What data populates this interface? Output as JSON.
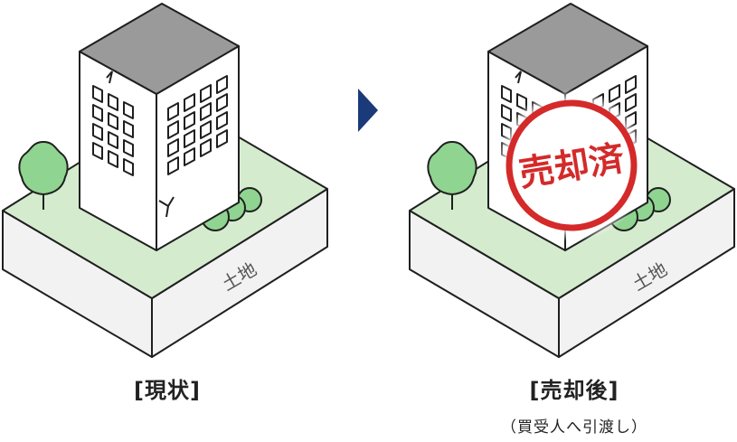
{
  "before": {
    "land_label": "土地",
    "caption": "[現状]"
  },
  "after": {
    "land_label": "土地",
    "stamp_text": "売却済",
    "caption": "[売却後]",
    "subcaption": "（買受人へ引渡し）"
  },
  "colors": {
    "outline": "#1f1f1f",
    "ground_top": "#d4ebce",
    "ground_side": "#f2f2f2",
    "building_roof": "#9a9a9a",
    "building_side": "#ffffff",
    "tree": "#8fd490",
    "arrow": "#1b3a7a",
    "stamp": "#d42a2a"
  },
  "icons": {
    "arrow": "triangle-right-arrow-icon"
  }
}
